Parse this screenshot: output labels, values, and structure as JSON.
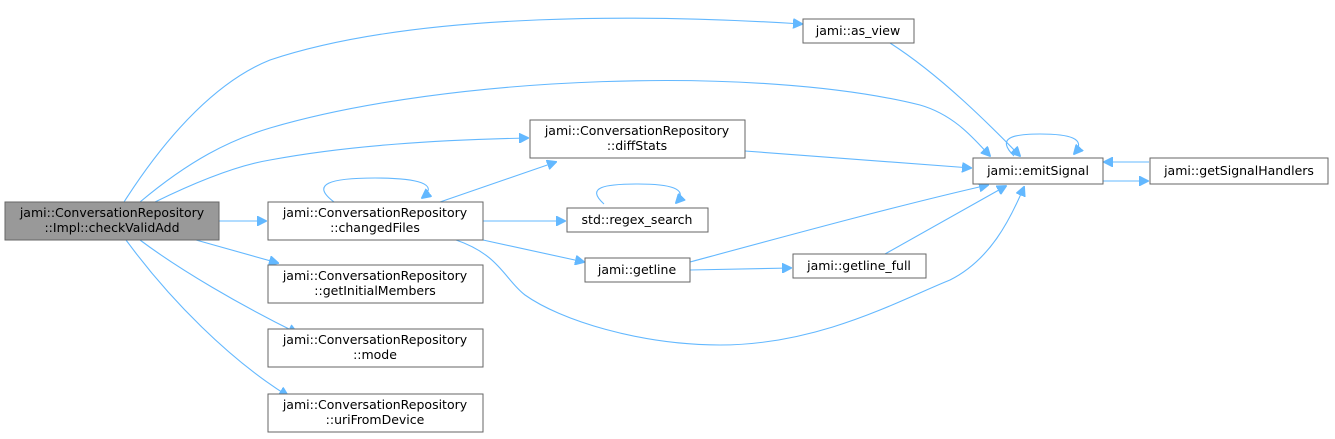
{
  "nodes": {
    "check_valid_add": [
      "jami::ConversationRepository",
      "::Impl::checkValidAdd"
    ],
    "as_view": [
      "jami::as_view"
    ],
    "diff_stats": [
      "jami::ConversationRepository",
      "::diffStats"
    ],
    "changed_files": [
      "jami::ConversationRepository",
      "::changedFiles"
    ],
    "regex_search": [
      "std::regex_search"
    ],
    "getline": [
      "jami::getline"
    ],
    "getline_full": [
      "jami::getline_full"
    ],
    "get_initial_members": [
      "jami::ConversationRepository",
      "::getInitialMembers"
    ],
    "mode": [
      "jami::ConversationRepository",
      "::mode"
    ],
    "uri_from_device": [
      "jami::ConversationRepository",
      "::uriFromDevice"
    ],
    "emit_signal": [
      "jami::emitSignal"
    ],
    "get_signal_handlers": [
      "jami::getSignalHandlers"
    ]
  },
  "edges": [
    [
      "check_valid_add",
      "as_view"
    ],
    [
      "check_valid_add",
      "emit_signal"
    ],
    [
      "check_valid_add",
      "diff_stats"
    ],
    [
      "check_valid_add",
      "changed_files"
    ],
    [
      "check_valid_add",
      "get_initial_members"
    ],
    [
      "check_valid_add",
      "mode"
    ],
    [
      "check_valid_add",
      "uri_from_device"
    ],
    [
      "changed_files",
      "changed_files"
    ],
    [
      "changed_files",
      "diff_stats"
    ],
    [
      "changed_files",
      "regex_search"
    ],
    [
      "changed_files",
      "getline"
    ],
    [
      "changed_files",
      "emit_signal"
    ],
    [
      "regex_search",
      "regex_search"
    ],
    [
      "getline",
      "emit_signal"
    ],
    [
      "getline",
      "getline_full"
    ],
    [
      "getline_full",
      "emit_signal"
    ],
    [
      "as_view",
      "emit_signal"
    ],
    [
      "diff_stats",
      "emit_signal"
    ],
    [
      "emit_signal",
      "emit_signal"
    ],
    [
      "emit_signal",
      "get_signal_handlers"
    ],
    [
      "get_signal_handlers",
      "emit_signal"
    ]
  ]
}
